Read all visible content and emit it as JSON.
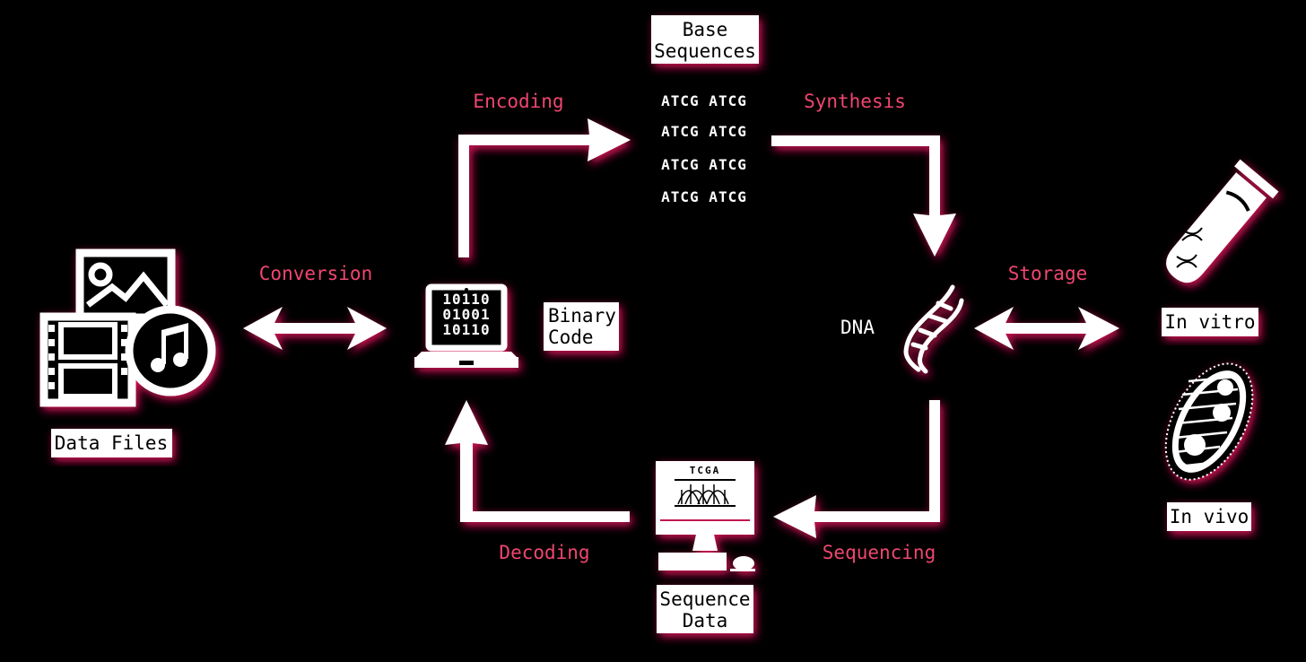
{
  "colors": {
    "background": "#000000",
    "accent": "#f0466f",
    "glow": "#e0105a",
    "foreground": "#ffffff"
  },
  "labels": {
    "data_files": "Data Files",
    "binary_code": [
      "Binary",
      "Code"
    ],
    "base_sequences": [
      "Base",
      "Sequences"
    ],
    "dna": "DNA",
    "in_vitro": "In vitro",
    "in_vivo": "In vivo",
    "sequence_data": [
      "Sequence",
      "Data"
    ]
  },
  "steps": {
    "conversion": "Conversion",
    "encoding": "Encoding",
    "synthesis": "Synthesis",
    "storage": "Storage",
    "sequencing": "Sequencing",
    "decoding": "Decoding"
  },
  "base_sequence_lines": [
    "ATCG ATCG",
    "ATCG ATCG",
    "ATCG ATCG",
    "ATCG ATCG"
  ],
  "binary_screen": [
    "10110",
    "01001",
    "10110"
  ],
  "sequencer_screen": "TCGA",
  "icons": [
    "data-files-icon",
    "laptop-icon",
    "dna-icon",
    "test-tube-icon",
    "cell-icon",
    "sequencer-computer-icon"
  ]
}
